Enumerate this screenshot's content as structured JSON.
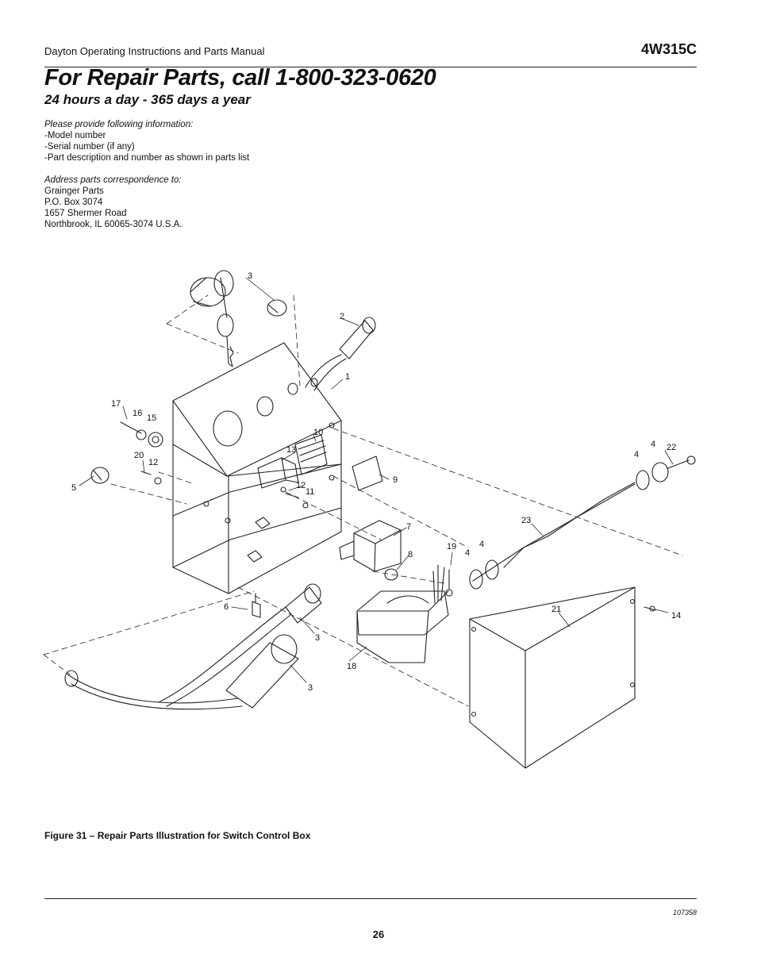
{
  "header": {
    "manual_title": "Dayton Operating Instructions and Parts Manual",
    "model": "4W315C"
  },
  "title": "For Repair Parts, call 1-800-323-0620",
  "subtitle": "24 hours a day - 365 days a year",
  "info": {
    "provide_heading": "Please provide following information:",
    "provide_items": [
      "-Model number",
      "-Serial number (if any)",
      "-Part description and number as shown in parts list"
    ],
    "address_heading": "Address parts correspondence to:",
    "address_lines": [
      "Grainger Parts",
      "P.O. Box 3074",
      "1657 Shermer Road",
      "Northbrook, IL  60065-3074 U.S.A."
    ]
  },
  "figure": {
    "callouts": [
      "3",
      "2",
      "1",
      "17",
      "16",
      "15",
      "10",
      "13",
      "20",
      "12",
      "5",
      "12",
      "11",
      "9",
      "4",
      "4",
      "22",
      "23",
      "7",
      "19",
      "4",
      "4",
      "8",
      "6",
      "3",
      "21",
      "14",
      "18",
      "3"
    ]
  },
  "caption": "Figure 31 – Repair Parts Illustration for Switch Control Box",
  "footer": {
    "doc_number": "107358",
    "page_number": "26"
  }
}
